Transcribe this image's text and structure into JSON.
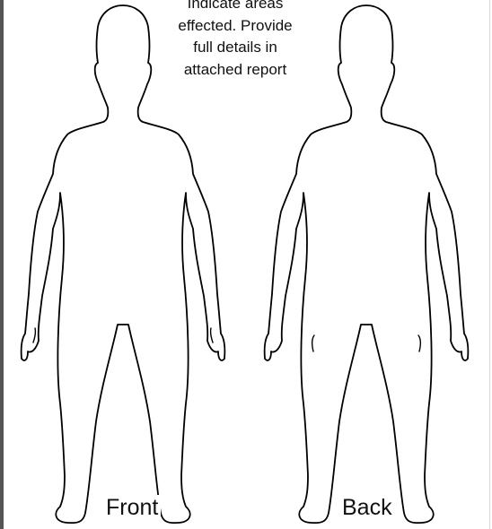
{
  "instructions": {
    "line1": "Indicate areas",
    "line2": "effected. Provide",
    "line3": "full details in",
    "line4": "attached report"
  },
  "figures": {
    "front_label": "Front",
    "back_label": "Back"
  }
}
